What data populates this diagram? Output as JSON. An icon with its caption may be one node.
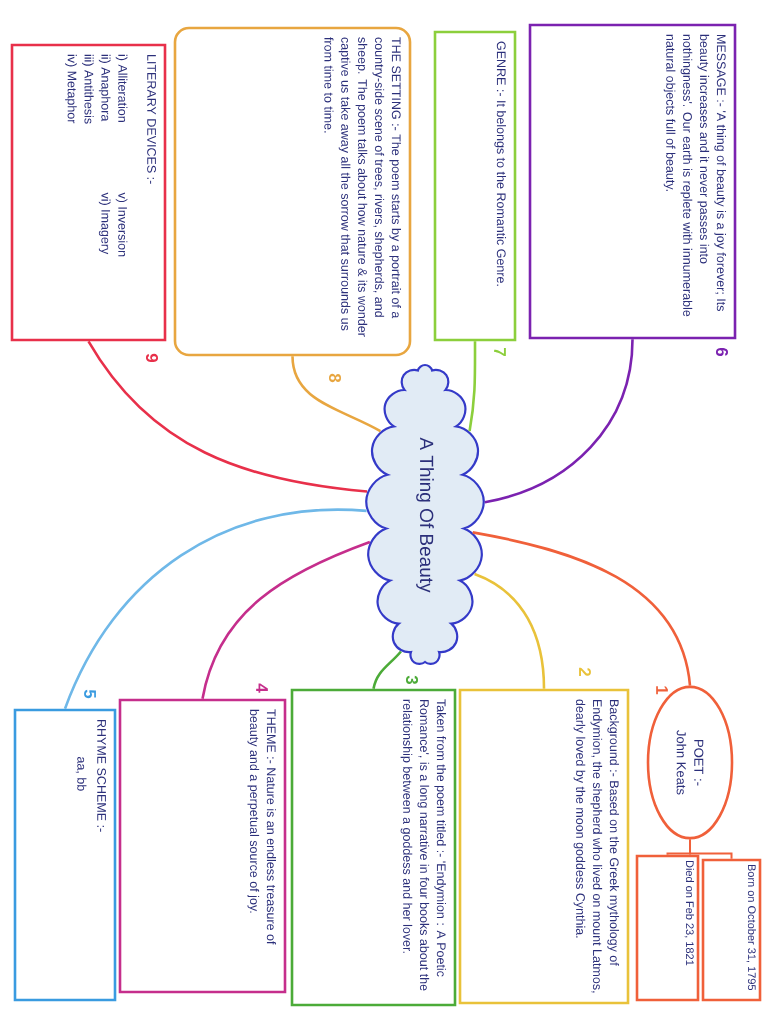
{
  "diagram": {
    "nodes": [
      {
        "text": [
          "A Thing Of Beauty"
        ]
      },
      {
        "text": [
          "POET :-",
          "John Keats"
        ],
        "beside": [
          "1"
        ]
      },
      {
        "text": [
          "Born on October 31, 1795"
        ]
      },
      {
        "text": [
          "Died on Feb 23, 1821"
        ]
      },
      {
        "text": [
          "Background :- Based on the Greek mythology of Endymion, the shepherd who lived on mount Latmos, dearly loved by the moon goddess Cynthia."
        ],
        "beside": [
          "2"
        ]
      },
      {
        "text": [
          "Taken from the poem titled :- 'Endymion : A Poetic Romance', is a long narrative in four books about the relationship between a goddess and her lover."
        ],
        "beside": [
          "3"
        ]
      },
      {
        "text": [
          "THEME :- Nature is an endless treasure of beauty and a perpetual source of joy."
        ],
        "beside": [
          "4"
        ]
      },
      {
        "text": [
          "RHYME SCHEME :-",
          "aa, bb"
        ],
        "beside": [
          "5"
        ]
      },
      {
        "text": [
          "MESSAGE :- 'A thing of beauty is a joy forever; Its beauty increases and it never passes into nothingness'. Our earth is replete with innumerable natural objects full of beauty."
        ],
        "beside": [
          "6"
        ]
      },
      {
        "text": [
          "GENRE :- It belongs to the Romantic Genre."
        ],
        "beside": [
          "7"
        ]
      },
      {
        "text": [
          "THE SETTING :- The poem starts by a portrait of a country-side scene of trees, rivers, shepherds, and sheep. The poem talks about how nature & its wonder captive us take away all the sorrow that surrounds us from time to time."
        ],
        "beside": [
          "8"
        ]
      },
      {
        "text": [
          "LITERARY DEVICES :-",
          "i) Alliteration",
          "ii) Anaphora",
          "iii) Antithesis",
          "iv) Metaphor",
          "v) Inversion",
          "vi) Imagery"
        ],
        "beside": [
          "9"
        ]
      }
    ],
    "edges": [
      {
        "from": 0,
        "to": 1,
        "arrow": "none",
        "color": "#f0603a"
      },
      {
        "from": 0,
        "to": 4,
        "arrow": "none",
        "color": "#e9c23a"
      },
      {
        "from": 0,
        "to": 5,
        "arrow": "none",
        "color": "#4cab38"
      },
      {
        "from": 0,
        "to": 6,
        "arrow": "none",
        "color": "#c52e8c"
      },
      {
        "from": 0,
        "to": 7,
        "arrow": "none",
        "color": "#6fb8e8"
      },
      {
        "from": 0,
        "to": 8,
        "arrow": "none",
        "color": "#7b22b0"
      },
      {
        "from": 0,
        "to": 9,
        "arrow": "none",
        "color": "#8ccf3c"
      },
      {
        "from": 0,
        "to": 10,
        "arrow": "none",
        "color": "#e8a640"
      },
      {
        "from": 0,
        "to": 11,
        "arrow": "none",
        "color": "#e8304a"
      },
      {
        "from": 1,
        "to": 2,
        "arrow": "none",
        "color": "#f0603a"
      },
      {
        "from": 1,
        "to": 3,
        "arrow": "none",
        "color": "#f0603a"
      }
    ]
  }
}
